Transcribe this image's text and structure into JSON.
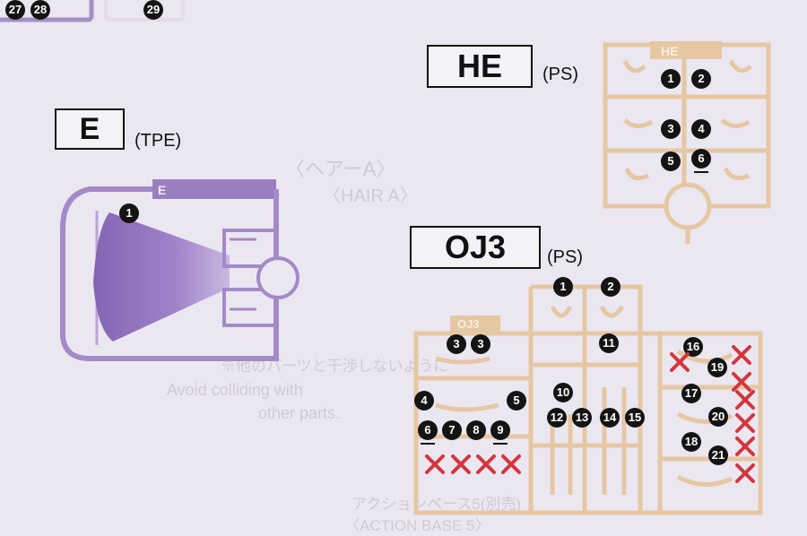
{
  "top_strip": {
    "numbers": [
      "27",
      "28",
      "29"
    ]
  },
  "runner_e": {
    "code": "E",
    "material": "(TPE)",
    "runner_tag": "E",
    "parts": [
      {
        "n": "1",
        "underline": false
      }
    ]
  },
  "runner_he": {
    "code": "HE",
    "material": "(PS)",
    "runner_tag": "HE",
    "parts": [
      {
        "n": "1",
        "underline": false
      },
      {
        "n": "2",
        "underline": false
      },
      {
        "n": "3",
        "underline": false
      },
      {
        "n": "4",
        "underline": false
      },
      {
        "n": "5",
        "underline": false
      },
      {
        "n": "6",
        "underline": true
      }
    ]
  },
  "runner_oj3": {
    "code": "OJ3",
    "material": "(PS)",
    "runner_tag": "OJ3",
    "parts": [
      {
        "n": "1",
        "underline": false
      },
      {
        "n": "2",
        "underline": false
      },
      {
        "n": "3",
        "underline": false
      },
      {
        "n": "3",
        "underline": false
      },
      {
        "n": "4",
        "underline": false
      },
      {
        "n": "5",
        "underline": false
      },
      {
        "n": "6",
        "underline": true
      },
      {
        "n": "7",
        "underline": false
      },
      {
        "n": "8",
        "underline": false
      },
      {
        "n": "9",
        "underline": true
      },
      {
        "n": "10",
        "underline": false
      },
      {
        "n": "11",
        "underline": false
      },
      {
        "n": "12",
        "underline": false
      },
      {
        "n": "13",
        "underline": false
      },
      {
        "n": "14",
        "underline": false
      },
      {
        "n": "15",
        "underline": false
      },
      {
        "n": "16",
        "underline": false
      },
      {
        "n": "17",
        "underline": false
      },
      {
        "n": "18",
        "underline": false
      },
      {
        "n": "19",
        "underline": false
      },
      {
        "n": "20",
        "underline": false
      },
      {
        "n": "21",
        "underline": false
      }
    ],
    "unused_marks": 11
  },
  "background_text": {
    "hair_jp": "〈ヘアーA〉",
    "hair_en": "〈HAIR A〉",
    "avoid_jp": "※他のパーツと干渉しないように",
    "avoid_en_1": "Avoid colliding with",
    "avoid_en_2": "other parts.",
    "action_jp": "アクションベース5(別売)",
    "action_en": "〈ACTION BASE 5〉"
  },
  "colors": {
    "background": "#ebe7f1",
    "runner_tpe": "#9a7fc0",
    "runner_ps": "#e6c7a3",
    "unused_x": "#d4353d",
    "number_badge": "#141414"
  }
}
